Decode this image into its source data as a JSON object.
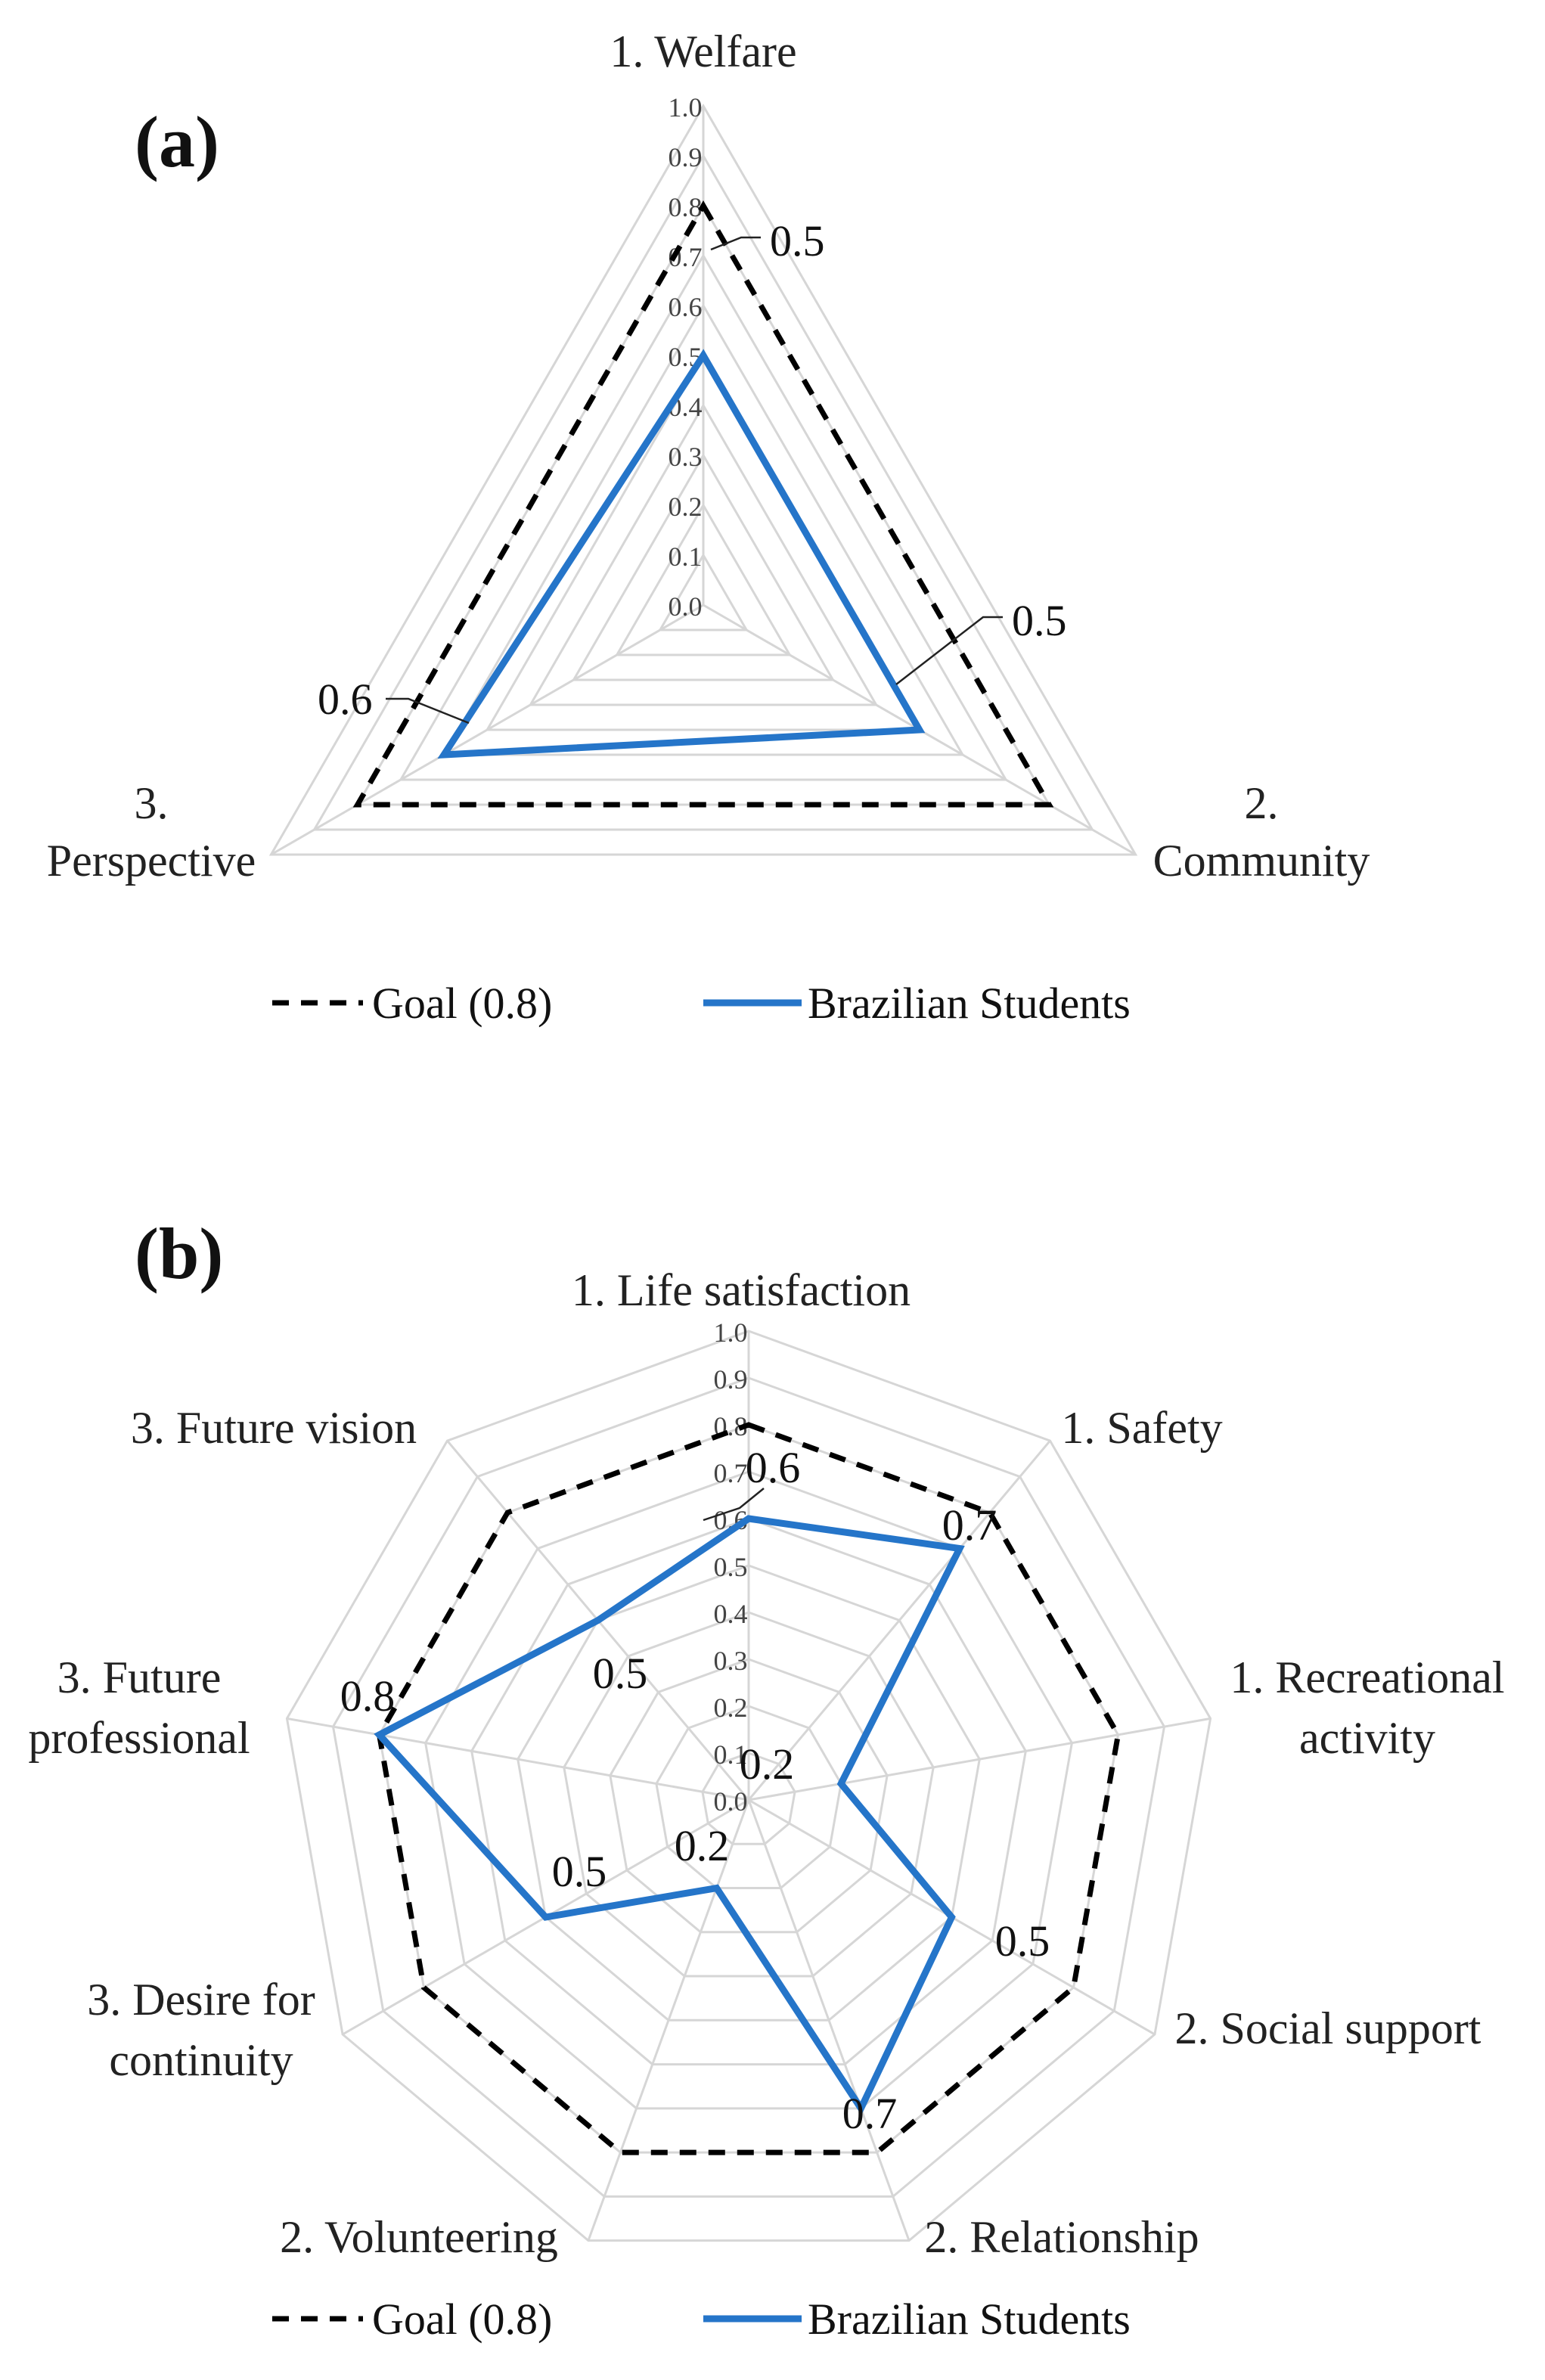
{
  "colors": {
    "goal": "#000000",
    "students": "#2575c9",
    "grid": "#d6d6d6"
  },
  "chart_data": [
    {
      "type": "radar",
      "panel_label": "(a)",
      "axes": [
        {
          "name": "1. Welfare",
          "lines": [
            "1. Welfare"
          ]
        },
        {
          "name": "2. Community",
          "lines": [
            "2.",
            "Community"
          ]
        },
        {
          "name": "3. Perspective",
          "lines": [
            "3.",
            "Perspective"
          ]
        }
      ],
      "ticks": [
        0.0,
        0.1,
        0.2,
        0.3,
        0.4,
        0.5,
        0.6,
        0.7,
        0.8,
        0.9,
        1.0
      ],
      "ylim": [
        0,
        1.0
      ],
      "series": [
        {
          "name": "Goal (0.8)",
          "values": [
            0.8,
            0.8,
            0.8
          ],
          "style": "dashed"
        },
        {
          "name": "Brazilian Students",
          "values": [
            0.5,
            0.5,
            0.6
          ],
          "style": "solid"
        }
      ],
      "data_labels": [
        "0.5",
        "0.5",
        "0.6"
      ],
      "legend": "bottom"
    },
    {
      "type": "radar",
      "panel_label": "(b)",
      "axes": [
        {
          "name": "1. Life satisfaction",
          "lines": [
            "1. Life satisfaction"
          ]
        },
        {
          "name": "1. Safety",
          "lines": [
            "1. Safety"
          ]
        },
        {
          "name": "1. Recreational activity",
          "lines": [
            "1. Recreational",
            "activity"
          ]
        },
        {
          "name": "2. Social support",
          "lines": [
            "2. Social support"
          ]
        },
        {
          "name": "2. Relationship",
          "lines": [
            "2. Relationship"
          ]
        },
        {
          "name": "2. Volunteering",
          "lines": [
            "2. Volunteering"
          ]
        },
        {
          "name": "3. Desire for continuity",
          "lines": [
            "3. Desire for",
            "continuity"
          ]
        },
        {
          "name": "3. Future professional",
          "lines": [
            "3. Future",
            "professional"
          ]
        },
        {
          "name": "3. Future vision",
          "lines": [
            "3. Future vision"
          ]
        }
      ],
      "ticks": [
        0.0,
        0.1,
        0.2,
        0.3,
        0.4,
        0.5,
        0.6,
        0.7,
        0.8,
        0.9,
        1.0
      ],
      "ylim": [
        0,
        1.0
      ],
      "series": [
        {
          "name": "Goal (0.8)",
          "values": [
            0.8,
            0.8,
            0.8,
            0.8,
            0.8,
            0.8,
            0.8,
            0.8,
            0.8
          ],
          "style": "dashed"
        },
        {
          "name": "Brazilian Students",
          "values": [
            0.6,
            0.7,
            0.2,
            0.5,
            0.7,
            0.2,
            0.5,
            0.8,
            0.5
          ],
          "style": "solid"
        }
      ],
      "data_labels": [
        "0.6",
        "0.7",
        "0.2",
        "0.5",
        "0.7",
        "0.2",
        "0.5",
        "0.8",
        "0.5"
      ],
      "legend": "bottom"
    }
  ]
}
